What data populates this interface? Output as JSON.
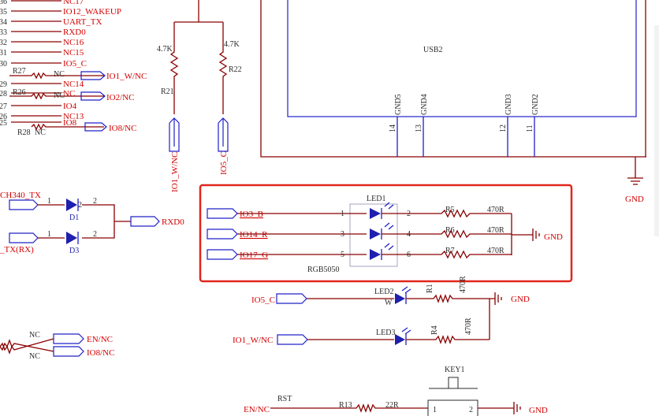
{
  "colors": {
    "wire": "#8a0000",
    "net_label": "#d40000",
    "component": "#1f1fb0",
    "highlight": "#e0261e"
  },
  "top_left_pins": [
    {
      "num": "36",
      "net": "NC17"
    },
    {
      "num": "35",
      "net": "IO12_WAKEUP"
    },
    {
      "num": "34",
      "net": "UART_TX"
    },
    {
      "num": "33",
      "net": "RXD0"
    },
    {
      "num": "32",
      "net": "NC16"
    },
    {
      "num": "31",
      "net": "NC15"
    },
    {
      "num": "30",
      "net": "IO5_C"
    },
    {
      "num": "29",
      "net": "NC14"
    },
    {
      "num": "28",
      "net": "NC"
    },
    {
      "num": "27",
      "net": "IO4"
    },
    {
      "num": "26",
      "net": "NC13"
    },
    {
      "num": "25",
      "net": "IO8"
    }
  ],
  "left_resistors": {
    "r27": "R27",
    "r27_nc": "NC",
    "r27_port": "IO1_W/NC",
    "r26": "R26",
    "r26_nc": "NC",
    "r26_port": "IO2/NC",
    "r28": "R28",
    "r28_nc": "NC",
    "r28_port": "IO8/NC"
  },
  "pullups": {
    "r21_value": "4.7K",
    "r21_name": "R21",
    "r21_port": "IO1_W/NC",
    "r22_value": "4.7K",
    "r22_name": "R22",
    "r22_port": "IO5_C"
  },
  "usb": {
    "name": "USB2",
    "pins": [
      {
        "label": "GND5",
        "num": "14"
      },
      {
        "label": "GND4",
        "num": "13"
      },
      {
        "label": "GND3",
        "num": "12"
      },
      {
        "label": "GND2",
        "num": "11"
      }
    ],
    "gnd": "GND"
  },
  "diodes": {
    "d1_net": "CH340_TX",
    "d1_name": "D1",
    "d1_pin1": "1",
    "d1_pin2": "2",
    "d3_net": "_TX(RX)",
    "d3_name": "D3",
    "d3_pin1": "1",
    "d3_pin2": "2",
    "rxd0": "RXD0"
  },
  "rgb": {
    "name": "LED1",
    "part": "RGB5050",
    "channels": [
      {
        "net": "IO3_B",
        "pin_in": "1",
        "pin_out": "2",
        "res": "R5",
        "value": "470R"
      },
      {
        "net": "IO14_R",
        "pin_in": "3",
        "pin_out": "4",
        "res": "R6",
        "value": "470R"
      },
      {
        "net": "IO17_G",
        "pin_in": "5",
        "pin_out": "6",
        "res": "R7",
        "value": "470R"
      }
    ],
    "gnd": "GND"
  },
  "led2": {
    "net": "IO5_C",
    "name": "LED2",
    "color": "W",
    "res": "R1",
    "value": "470R",
    "gnd": "GND"
  },
  "led3": {
    "net": "IO1_W/NC",
    "name": "LED3",
    "res": "R4",
    "value": "470R"
  },
  "bottom_left": {
    "nc1": "NC",
    "net1": "EN/NC",
    "nc2": "NC",
    "net2": "IO8/NC"
  },
  "key": {
    "name": "KEY1",
    "net": "EN/NC",
    "rst": "RST",
    "res": "R13",
    "value": "22R",
    "pin1": "1",
    "pin2": "2",
    "gnd": "GND"
  }
}
